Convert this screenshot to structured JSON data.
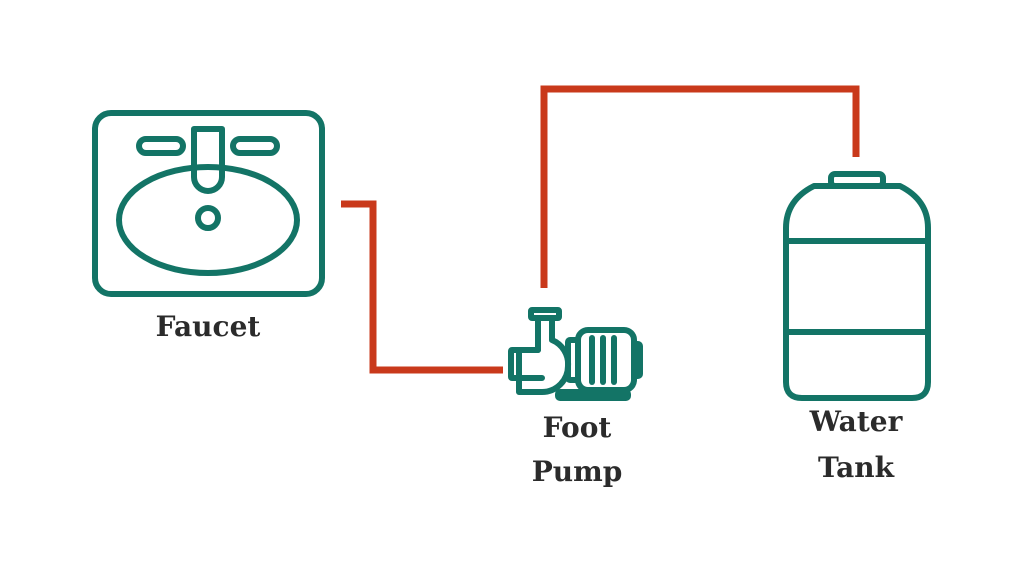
{
  "colors": {
    "pipe": "#c9391b",
    "equipment": "#137466",
    "label_text": "#2b2b2b",
    "background": "#ffffff"
  },
  "nodes": {
    "faucet": {
      "label": "Faucet",
      "icon": "sink-faucet-icon"
    },
    "pump": {
      "label_line1": "Foot",
      "label_line2": "Pump",
      "icon": "centrifugal-pump-icon"
    },
    "tank": {
      "label_line1": "Water",
      "label_line2": "Tank",
      "icon": "water-tank-icon"
    }
  },
  "connections": [
    {
      "from": "faucet",
      "to": "pump"
    },
    {
      "from": "pump",
      "to": "tank"
    }
  ]
}
